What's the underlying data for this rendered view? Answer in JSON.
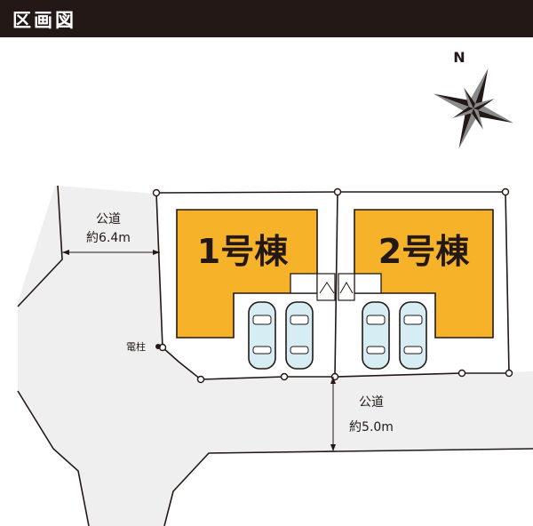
{
  "header": {
    "title": "区画図"
  },
  "compass": {
    "north_label": "N"
  },
  "lots": [
    {
      "label": "1号棟"
    },
    {
      "label": "2号棟"
    }
  ],
  "roads": {
    "west": {
      "name": "公道",
      "width": "約6.4m"
    },
    "south": {
      "name": "公道",
      "width": "約5.0m"
    }
  },
  "pole_label": "電柱",
  "colors": {
    "header_bg": "#231816",
    "building_fill": "#f6b228",
    "road_fill": "#efefef",
    "car_fill": "#d6eef3",
    "outline": "#231816"
  }
}
